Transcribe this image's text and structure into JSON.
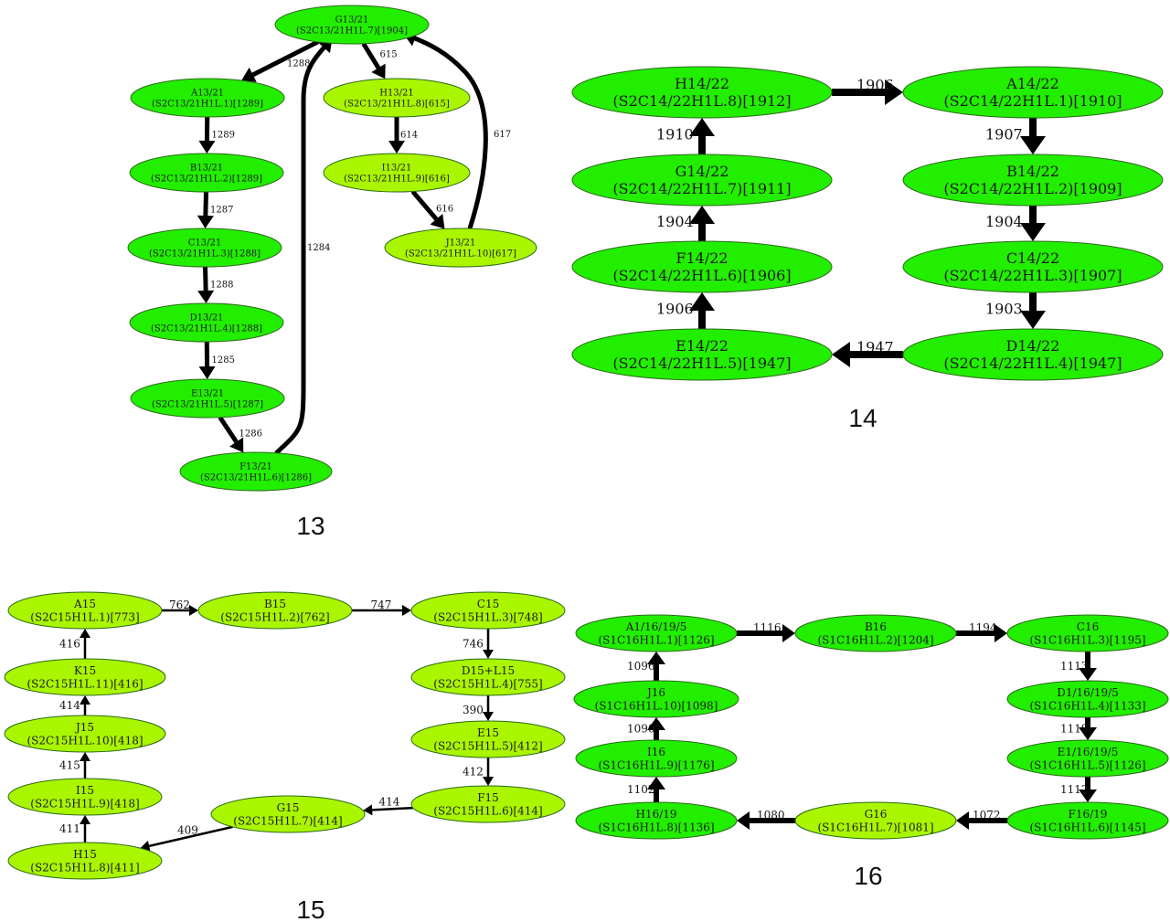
{
  "colors": {
    "bright_green": "#22ee00",
    "yellow_green": "#aaf500",
    "edge": "#000000"
  },
  "panels": [
    {
      "label": "13",
      "nodes": [
        {
          "id": "G13",
          "name": "G13/21",
          "sub": "(S2C13/21H1L.7)[1904]",
          "color": "bright_green"
        },
        {
          "id": "A13",
          "name": "A13/21",
          "sub": "(S2C13/21H1L.1)[1289]",
          "color": "bright_green"
        },
        {
          "id": "B13",
          "name": "B13/21",
          "sub": "(S2C13/21H1L.2)[1289]",
          "color": "bright_green"
        },
        {
          "id": "C13",
          "name": "C13/21",
          "sub": "(S2C13/21H1L.3)[1288]",
          "color": "bright_green"
        },
        {
          "id": "D13",
          "name": "D13/21",
          "sub": "(S2C13/21H1L.4)[1288]",
          "color": "bright_green"
        },
        {
          "id": "E13",
          "name": "E13/21",
          "sub": "(S2C13/21H1L.5)[1287]",
          "color": "bright_green"
        },
        {
          "id": "F13",
          "name": "F13/21",
          "sub": "(S2C13/21H1L.6)[1286]",
          "color": "bright_green"
        },
        {
          "id": "H13",
          "name": "H13/21",
          "sub": "(S2C13/21H1L.8)[615]",
          "color": "yellow_green"
        },
        {
          "id": "I13",
          "name": "I13/21",
          "sub": "(S2C13/21H1L.9)[616]",
          "color": "yellow_green"
        },
        {
          "id": "J13",
          "name": "J13/21",
          "sub": "(S2C13/21H1L.10)[617]",
          "color": "yellow_green"
        }
      ],
      "edges": [
        {
          "from": "G13",
          "to": "A13",
          "label": "1288"
        },
        {
          "from": "A13",
          "to": "B13",
          "label": "1289"
        },
        {
          "from": "B13",
          "to": "C13",
          "label": "1287"
        },
        {
          "from": "C13",
          "to": "D13",
          "label": "1288"
        },
        {
          "from": "D13",
          "to": "E13",
          "label": "1285"
        },
        {
          "from": "E13",
          "to": "F13",
          "label": "1286"
        },
        {
          "from": "F13",
          "to": "G13",
          "label": "1284"
        },
        {
          "from": "G13",
          "to": "H13",
          "label": "615"
        },
        {
          "from": "H13",
          "to": "I13",
          "label": "614"
        },
        {
          "from": "I13",
          "to": "J13",
          "label": "616"
        },
        {
          "from": "J13",
          "to": "G13",
          "label": "617"
        }
      ]
    },
    {
      "label": "14",
      "nodes": [
        {
          "id": "H14",
          "name": "H14/22",
          "sub": "(S2C14/22H1L.8)[1912]",
          "color": "bright_green"
        },
        {
          "id": "A14",
          "name": "A14/22",
          "sub": "(S2C14/22H1L.1)[1910]",
          "color": "bright_green"
        },
        {
          "id": "G14",
          "name": "G14/22",
          "sub": "(S2C14/22H1L.7)[1911]",
          "color": "bright_green"
        },
        {
          "id": "B14",
          "name": "B14/22",
          "sub": "(S2C14/22H1L.2)[1909]",
          "color": "bright_green"
        },
        {
          "id": "F14",
          "name": "F14/22",
          "sub": "(S2C14/22H1L.6)[1906]",
          "color": "bright_green"
        },
        {
          "id": "C14",
          "name": "C14/22",
          "sub": "(S2C14/22H1L.3)[1907]",
          "color": "bright_green"
        },
        {
          "id": "E14",
          "name": "E14/22",
          "sub": "(S2C14/22H1L.5)[1947]",
          "color": "bright_green"
        },
        {
          "id": "D14",
          "name": "D14/22",
          "sub": "(S2C14/22H1L.4)[1947]",
          "color": "bright_green"
        }
      ],
      "edges": [
        {
          "from": "H14",
          "to": "A14",
          "label": "1906"
        },
        {
          "from": "A14",
          "to": "B14",
          "label": "1907"
        },
        {
          "from": "B14",
          "to": "C14",
          "label": "1904"
        },
        {
          "from": "C14",
          "to": "D14",
          "label": "1903"
        },
        {
          "from": "D14",
          "to": "E14",
          "label": "1947"
        },
        {
          "from": "E14",
          "to": "F14",
          "label": "1906"
        },
        {
          "from": "F14",
          "to": "G14",
          "label": "1904"
        },
        {
          "from": "G14",
          "to": "H14",
          "label": "1910"
        }
      ]
    },
    {
      "label": "15",
      "nodes": [
        {
          "id": "A15",
          "name": "A15",
          "sub": "(S2C15H1L.1)[773]",
          "color": "yellow_green"
        },
        {
          "id": "B15",
          "name": "B15",
          "sub": "(S2C15H1L.2)[762]",
          "color": "yellow_green"
        },
        {
          "id": "C15",
          "name": "C15",
          "sub": "(S2C15H1L.3)[748]",
          "color": "yellow_green"
        },
        {
          "id": "K15",
          "name": "K15",
          "sub": "(S2C15H1L.11)[416]",
          "color": "yellow_green"
        },
        {
          "id": "D15",
          "name": "D15+L15",
          "sub": "(S2C15H1L.4)[755]",
          "color": "yellow_green"
        },
        {
          "id": "J15",
          "name": "J15",
          "sub": "(S2C15H1L.10)[418]",
          "color": "yellow_green"
        },
        {
          "id": "E15",
          "name": "E15",
          "sub": "(S2C15H1L.5)[412]",
          "color": "yellow_green"
        },
        {
          "id": "I15",
          "name": "I15",
          "sub": "(S2C15H1L.9)[418]",
          "color": "yellow_green"
        },
        {
          "id": "F15",
          "name": "F15",
          "sub": "(S2C15H1L.6)[414]",
          "color": "yellow_green"
        },
        {
          "id": "G15",
          "name": "G15",
          "sub": "(S2C15H1L.7)[414]",
          "color": "yellow_green"
        },
        {
          "id": "H15",
          "name": "H15",
          "sub": "(S2C15H1L.8)[411]",
          "color": "yellow_green"
        }
      ],
      "edges": [
        {
          "from": "A15",
          "to": "B15",
          "label": "762"
        },
        {
          "from": "B15",
          "to": "C15",
          "label": "747"
        },
        {
          "from": "C15",
          "to": "D15",
          "label": "746"
        },
        {
          "from": "D15",
          "to": "E15",
          "label": "390"
        },
        {
          "from": "E15",
          "to": "F15",
          "label": "412"
        },
        {
          "from": "F15",
          "to": "G15",
          "label": "414"
        },
        {
          "from": "G15",
          "to": "H15",
          "label": "409"
        },
        {
          "from": "H15",
          "to": "I15",
          "label": "411"
        },
        {
          "from": "I15",
          "to": "J15",
          "label": "415"
        },
        {
          "from": "J15",
          "to": "K15",
          "label": "414"
        },
        {
          "from": "K15",
          "to": "A15",
          "label": "416"
        }
      ]
    },
    {
      "label": "16",
      "nodes": [
        {
          "id": "A16",
          "name": "A1/16/19/5",
          "sub": "(S1C16H1L.1)[1126]",
          "color": "bright_green"
        },
        {
          "id": "B16",
          "name": "B16",
          "sub": "(S1C16H1L.2)[1204]",
          "color": "bright_green"
        },
        {
          "id": "C16",
          "name": "C16",
          "sub": "(S1C16H1L.3)[1195]",
          "color": "bright_green"
        },
        {
          "id": "J16",
          "name": "J16",
          "sub": "(S1C16H1L.10)[1098]",
          "color": "bright_green"
        },
        {
          "id": "D16",
          "name": "D1/16/19/5",
          "sub": "(S1C16H1L.4)[1133]",
          "color": "bright_green"
        },
        {
          "id": "I16",
          "name": "I16",
          "sub": "(S1C16H1L.9)[1176]",
          "color": "bright_green"
        },
        {
          "id": "E16",
          "name": "E1/16/19/5",
          "sub": "(S1C16H1L.5)[1126]",
          "color": "bright_green"
        },
        {
          "id": "H16",
          "name": "H16/19",
          "sub": "(S1C16H1L.8)[1136]",
          "color": "bright_green"
        },
        {
          "id": "G16",
          "name": "G16",
          "sub": "(S1C16H1L.7)[1081]",
          "color": "yellow_green"
        },
        {
          "id": "F16",
          "name": "F16/19",
          "sub": "(S1C16H1L.6)[1145]",
          "color": "bright_green"
        }
      ],
      "edges": [
        {
          "from": "A16",
          "to": "B16",
          "label": "1116"
        },
        {
          "from": "B16",
          "to": "C16",
          "label": "1194"
        },
        {
          "from": "C16",
          "to": "D16",
          "label": "1113"
        },
        {
          "from": "D16",
          "to": "E16",
          "label": "1119"
        },
        {
          "from": "E16",
          "to": "F16",
          "label": "1112"
        },
        {
          "from": "F16",
          "to": "G16",
          "label": "1072"
        },
        {
          "from": "G16",
          "to": "H16",
          "label": "1080"
        },
        {
          "from": "H16",
          "to": "I16",
          "label": "1102"
        },
        {
          "from": "I16",
          "to": "J16",
          "label": "1090"
        },
        {
          "from": "J16",
          "to": "A16",
          "label": "1096"
        }
      ]
    }
  ]
}
